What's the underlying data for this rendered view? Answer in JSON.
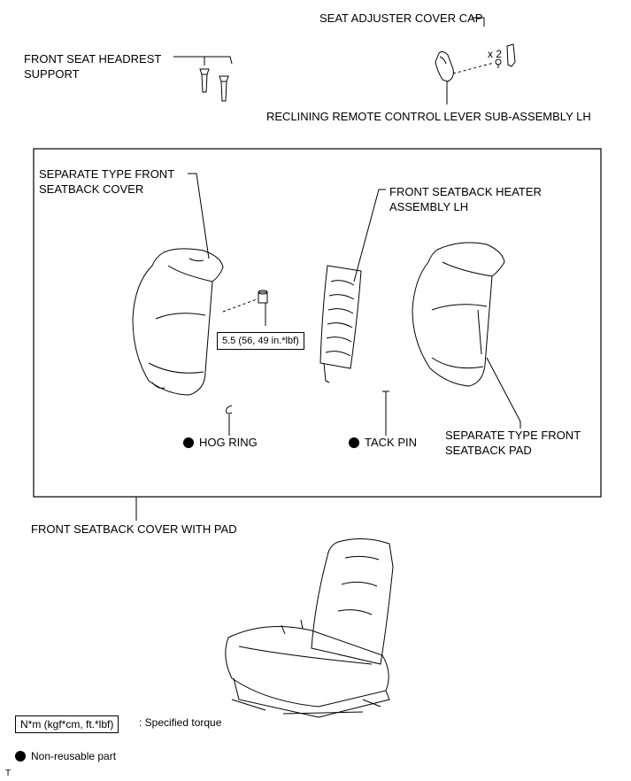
{
  "labels": {
    "seat_adjuster_cover_cap": "SEAT ADJUSTER COVER CAP",
    "quantity": "x 2",
    "front_seat_headrest_support": "FRONT SEAT HEADREST\nSUPPORT",
    "reclining_lever": "RECLINING REMOTE CONTROL LEVER SUB-ASSEMBLY LH",
    "separate_type_cover": "SEPARATE TYPE FRONT\nSEATBACK COVER",
    "heater_assembly": "FRONT SEATBACK HEATER\nASSEMBLY LH",
    "torque_value": "5.5 (56, 49 in.*lbf)",
    "hog_ring": "HOG RING",
    "tack_pin": "TACK PIN",
    "separate_type_pad": "SEPARATE TYPE FRONT\nSEATBACK PAD",
    "cover_with_pad": "FRONT SEATBACK COVER WITH PAD"
  },
  "legend": {
    "torque_unit_box": "N*m (kgf*cm, ft.*lbf)",
    "torque_desc": ": Specified torque",
    "non_reusable": "Non-reusable part"
  },
  "corner_mark": "T"
}
